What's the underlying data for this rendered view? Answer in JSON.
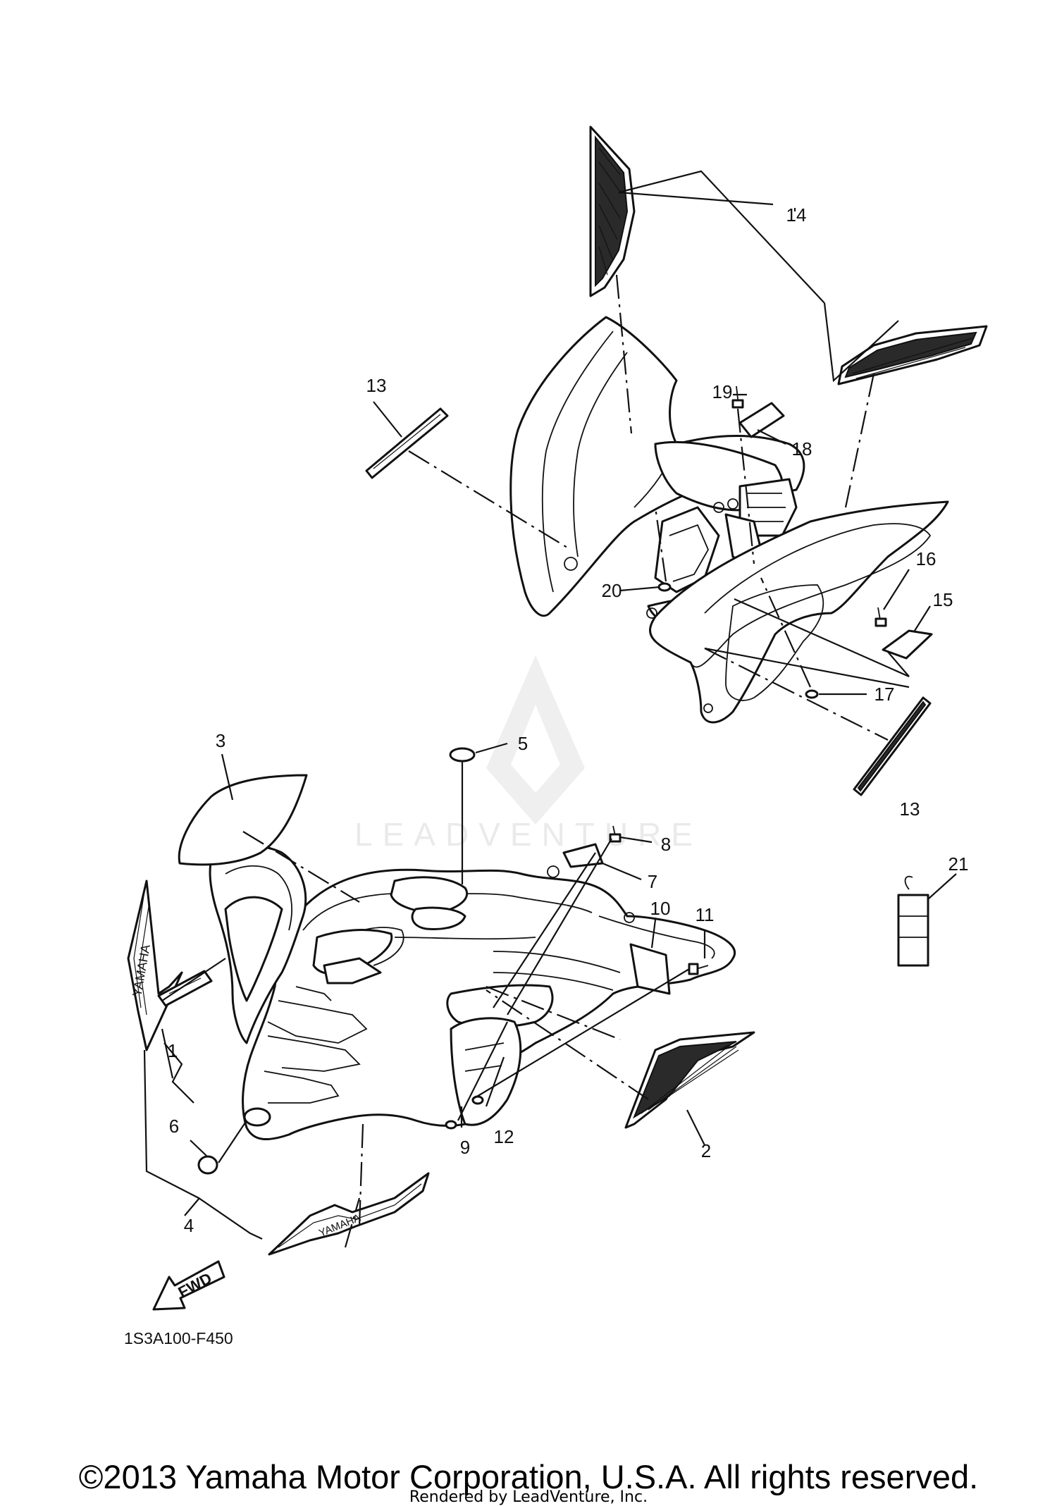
{
  "diagram": {
    "callouts": [
      "1",
      "2",
      "3",
      "4",
      "5",
      "6",
      "7",
      "8",
      "9",
      "10",
      "11",
      "12",
      "13",
      "13",
      "14",
      "15",
      "16",
      "17",
      "18",
      "19",
      "20",
      "21"
    ],
    "figure_code": "1S3A100-F450",
    "fwd_label": "FWD",
    "decal_brand": "YAMAHA",
    "watermark": "LEADVENTURE"
  },
  "footer": {
    "copyright": "©2013 Yamaha Motor Corporation, U.S.A. All rights reserved.",
    "rendered_by": "Rendered by LeadVenture, Inc."
  }
}
